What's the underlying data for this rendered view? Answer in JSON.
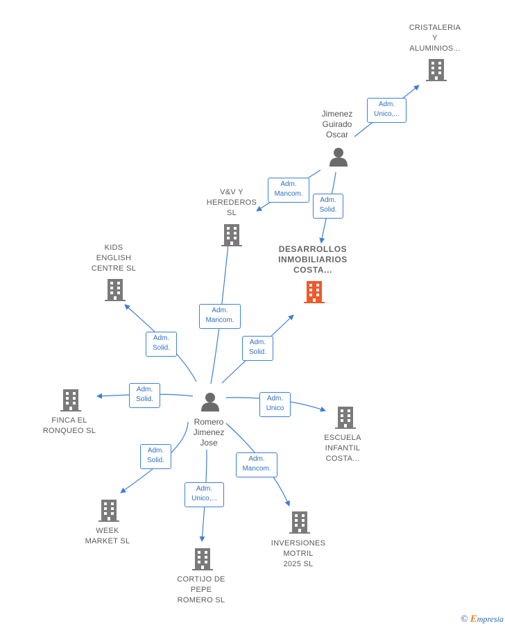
{
  "persons": {
    "jimenez": {
      "name": "Jimenez\nGuirado\nOscar"
    },
    "romero": {
      "name": "Romero\nJimenez\nJose"
    }
  },
  "companies": {
    "cristaleria": "CRISTALERIA\nY\nALUMINIOS...",
    "vyv": "V&V Y\nHEREDEROS\nSL",
    "desarrollos": "DESARROLLOS\nINMOBILIARIOS\nCOSTA...",
    "kids": "KIDS\nENGLISH\nCENTRE  SL",
    "finca": "FINCA EL\nRONQUEO  SL",
    "escuela": "ESCUELA\nINFANTIL\nCOSTA...",
    "week": "WEEK\nMARKET  SL",
    "cortijo": "CORTIJO DE\nPEPE\nROMERO  SL",
    "inversiones": "INVERSIONES\nMOTRIL\n2025  SL"
  },
  "edges": {
    "e1": "Adm.\nUnico,...",
    "e2": "Adm.\nMancom.",
    "e3": "Adm.\nSolid.",
    "e4": "Adm.\nMancom.",
    "e5": "Adm.\nSolid.",
    "e6": "Adm.\nSolid.",
    "e7": "Adm.\nSolid.",
    "e8": "Adm.\nUnico",
    "e9": "Adm.\nSolid.",
    "e10": "Adm.\nUnico,...",
    "e11": "Adm.\nMancom."
  },
  "colors": {
    "edge": "#3d7fd2",
    "building": "#7a7a7a",
    "highlight": "#f0592a",
    "person": "#6b6b6b"
  },
  "footer": {
    "copyright": "©",
    "brand_initial": "E",
    "brand_rest": "mpresia"
  }
}
